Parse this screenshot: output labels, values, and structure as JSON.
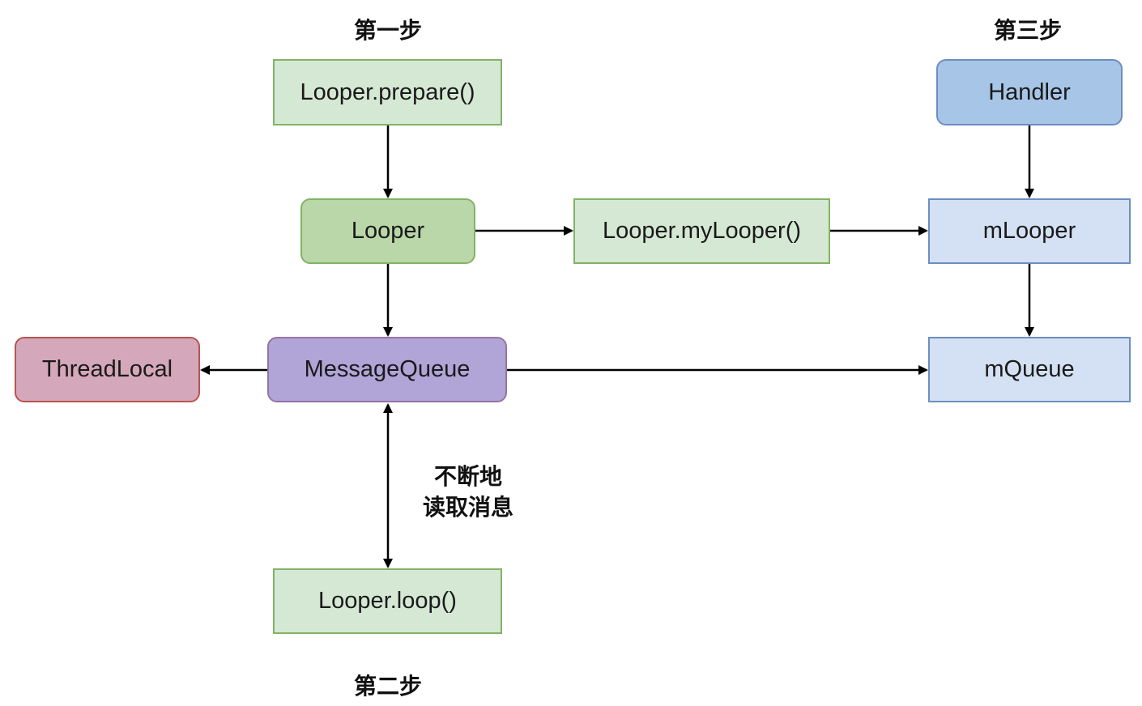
{
  "steps": {
    "first": "第一步",
    "second": "第二步",
    "third": "第三步"
  },
  "nodes": {
    "looper_prepare": "Looper.prepare()",
    "looper": "Looper",
    "looper_mylooper": "Looper.myLooper()",
    "handler": "Handler",
    "mlooper": "mLooper",
    "mqueue": "mQueue",
    "threadlocal": "ThreadLocal",
    "messagequeue": "MessageQueue",
    "looper_loop": "Looper.loop()"
  },
  "edge_labels": {
    "loop_line1": "不断地",
    "loop_line2": "读取消息"
  },
  "colors": {
    "light_green_fill": "#d5e8d4",
    "green_fill": "#b9d7a8",
    "light_blue_fill": "#d4e1f4",
    "blue_fill": "#a7c5e6",
    "purple_fill": "#b1a4d7",
    "pink_fill": "#d5a7ba",
    "arrow": "#000000"
  }
}
